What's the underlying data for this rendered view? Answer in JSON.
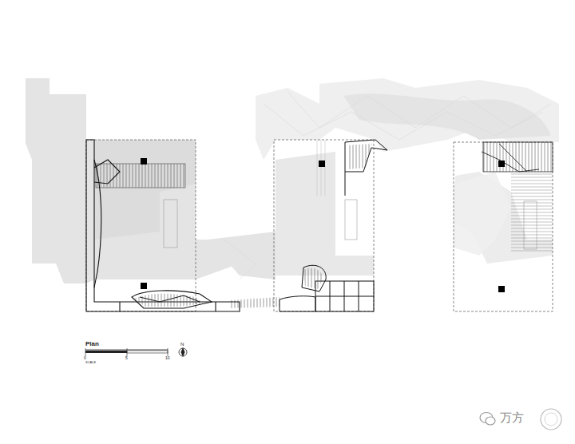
{
  "diagram": {
    "title": "Plan",
    "labels": [
      "0",
      "5",
      "10",
      "SCALE",
      "N",
      "万方"
    ]
  }
}
